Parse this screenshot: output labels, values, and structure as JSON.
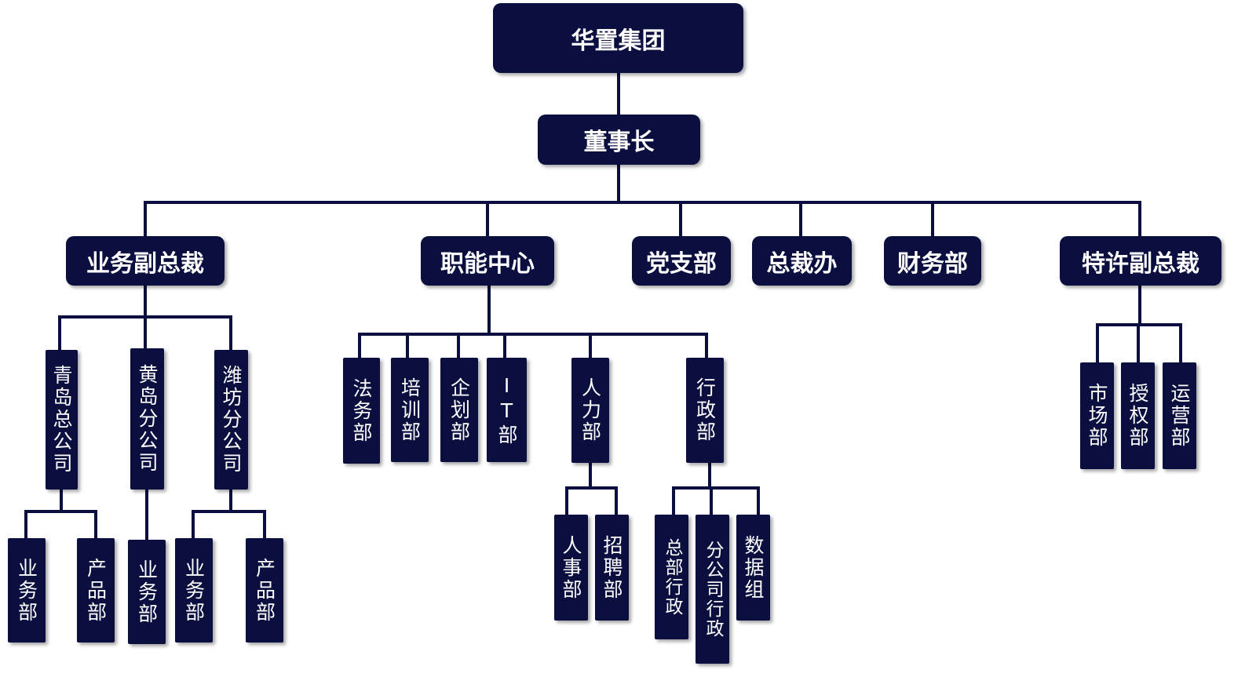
{
  "root": "华置集团",
  "chairman": "董事长",
  "level1": {
    "vp_business": "业务副总裁",
    "functional_center": "职能中心",
    "party_branch": "党支部",
    "president_office": "总裁办",
    "finance": "财务部",
    "vp_franchise": "特许副总裁"
  },
  "business": {
    "qingdao": "青岛总公司",
    "huangdao": "黄岛分公司",
    "weifang": "潍坊分公司",
    "qingdao_business": "业务部",
    "qingdao_product": "产品部",
    "huangdao_business": "业务部",
    "weifang_business": "业务部",
    "weifang_product": "产品部"
  },
  "functional": {
    "legal": "法务部",
    "training": "培训部",
    "planning": "企划部",
    "it": "IT部",
    "hr": "人力部",
    "admin": "行政部",
    "hr_personnel": "人事部",
    "hr_recruiting": "招聘部",
    "admin_hq": "总部行政",
    "admin_branch": "分公司行政",
    "admin_data": "数据组"
  },
  "franchise": {
    "market": "市场部",
    "authorization": "授权部",
    "operations": "运营部"
  },
  "colors": {
    "node_fill": "#0a0f3f",
    "connector": "#0a0f3f",
    "text": "#ffffff"
  }
}
